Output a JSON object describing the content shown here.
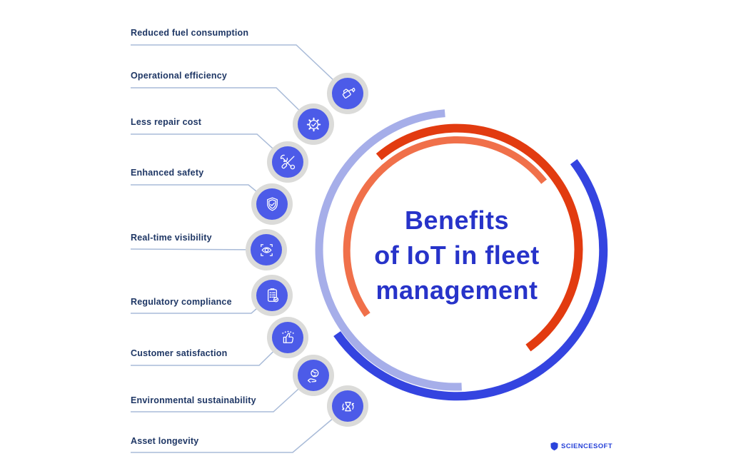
{
  "title": {
    "lines": [
      "Benefits",
      "of IoT in fleet",
      "management"
    ]
  },
  "benefits": [
    {
      "label": "Reduced fuel consumption",
      "icon": "fuel-pump"
    },
    {
      "label": "Operational efficiency",
      "icon": "gear-check"
    },
    {
      "label": "Less repair cost",
      "icon": "repair-tools"
    },
    {
      "label": "Enhanced safety",
      "icon": "shield-check"
    },
    {
      "label": "Real-time visibility",
      "icon": "eye-scan"
    },
    {
      "label": "Regulatory compliance",
      "icon": "compliance-checklist"
    },
    {
      "label": "Customer satisfaction",
      "icon": "thumbs-up-stars"
    },
    {
      "label": "Environmental sustainability",
      "icon": "hand-globe"
    },
    {
      "label": "Asset longevity",
      "icon": "hourglass-cycle"
    }
  ],
  "brand": {
    "text": "ScienceSoft"
  },
  "colors": {
    "title_blue": "#2733C9",
    "label_navy": "#1F3765",
    "icon_fill_blue": "#4C5BE8",
    "icon_ring_gray": "#DBDBD9",
    "arc_periwinkle": "#A6AEE9",
    "arc_dark_blue": "#3444E0",
    "arc_orange": "#E23B10",
    "arc_salmon": "#F0704A",
    "connector_line": "#A9BBD8"
  }
}
